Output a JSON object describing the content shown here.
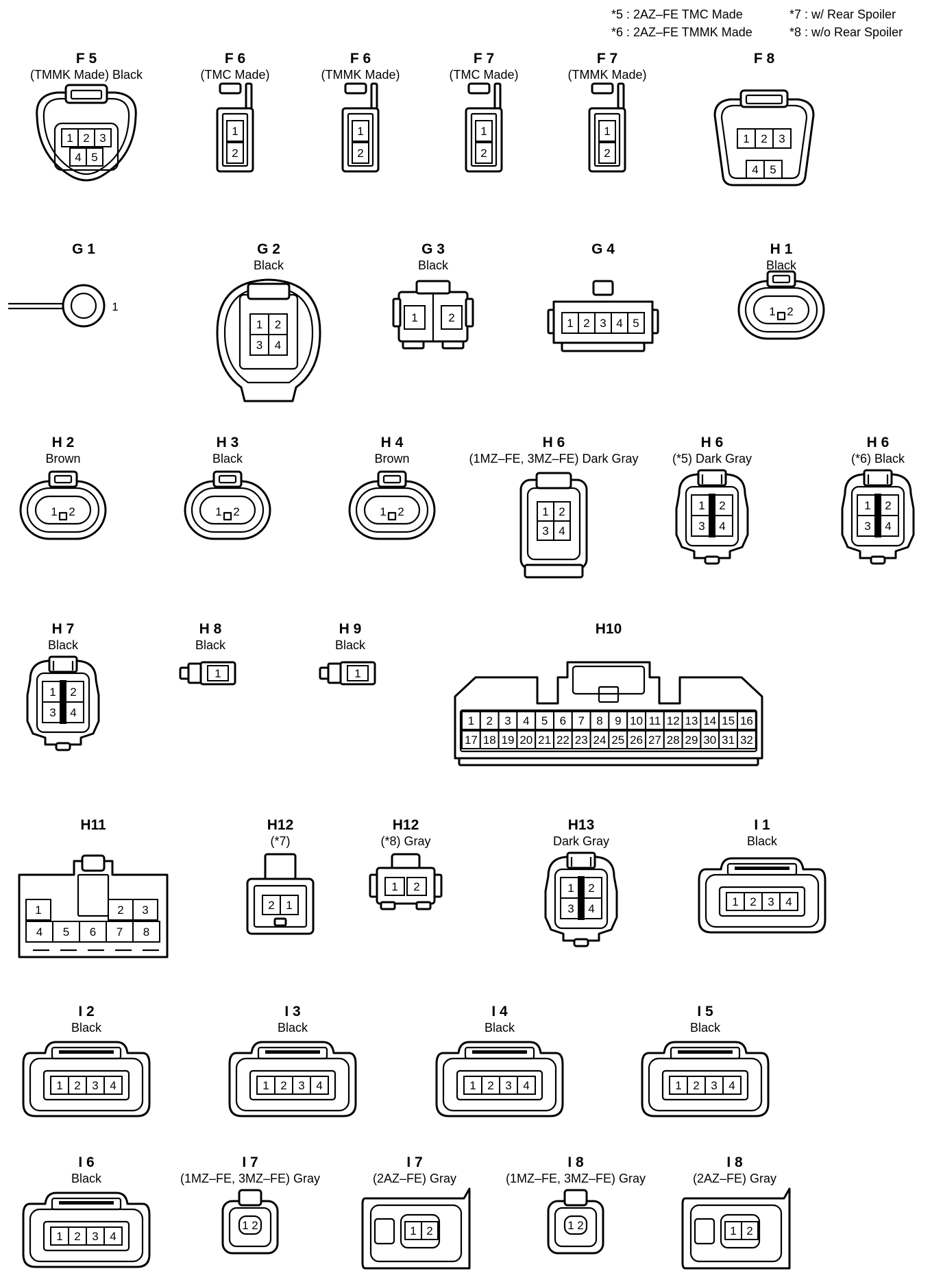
{
  "notes": {
    "n5": "*5 : 2AZ–FE TMC Made",
    "n6": "*6 : 2AZ–FE TMMK Made",
    "n7": "*7 : w/ Rear Spoiler",
    "n8": "*8 : w/o Rear Spoiler"
  },
  "connectors": [
    {
      "key": "F5",
      "id": "F 5",
      "label": "(TMMK Made)  Black",
      "pins": [
        "1",
        "2",
        "3",
        "4",
        "5"
      ]
    },
    {
      "key": "F6a",
      "id": "F 6",
      "label": "(TMC Made)",
      "pins": [
        "1",
        "2"
      ]
    },
    {
      "key": "F6b",
      "id": "F 6",
      "label": "(TMMK Made)",
      "pins": [
        "1",
        "2"
      ]
    },
    {
      "key": "F7a",
      "id": "F 7",
      "label": "(TMC Made)",
      "pins": [
        "1",
        "2"
      ]
    },
    {
      "key": "F7b",
      "id": "F 7",
      "label": "(TMMK Made)",
      "pins": [
        "1",
        "2"
      ]
    },
    {
      "key": "F8",
      "id": "F 8",
      "label": "",
      "pins": [
        "1",
        "2",
        "3",
        "4",
        "5"
      ]
    },
    {
      "key": "G1",
      "id": "G 1",
      "label": "",
      "pins": [
        "1"
      ]
    },
    {
      "key": "G2",
      "id": "G 2",
      "label": "Black",
      "pins": [
        "1",
        "2",
        "3",
        "4"
      ]
    },
    {
      "key": "G3",
      "id": "G 3",
      "label": "Black",
      "pins": [
        "1",
        "2"
      ]
    },
    {
      "key": "G4",
      "id": "G 4",
      "label": "",
      "pins": [
        "1",
        "2",
        "3",
        "4",
        "5"
      ]
    },
    {
      "key": "H1",
      "id": "H 1",
      "label": "Black",
      "pins": [
        "1",
        "2"
      ]
    },
    {
      "key": "H2",
      "id": "H 2",
      "label": "Brown",
      "pins": [
        "1",
        "2"
      ]
    },
    {
      "key": "H3",
      "id": "H 3",
      "label": "Black",
      "pins": [
        "1",
        "2"
      ]
    },
    {
      "key": "H4",
      "id": "H 4",
      "label": "Brown",
      "pins": [
        "1",
        "2"
      ]
    },
    {
      "key": "H6a",
      "id": "H 6",
      "label": "(1MZ–FE, 3MZ–FE)  Dark Gray",
      "pins": [
        "1",
        "2",
        "3",
        "4"
      ]
    },
    {
      "key": "H6b",
      "id": "H 6",
      "label": "(*5)  Dark Gray",
      "pins": [
        "1",
        "2",
        "3",
        "4"
      ]
    },
    {
      "key": "H6c",
      "id": "H 6",
      "label": "(*6)  Black",
      "pins": [
        "1",
        "2",
        "3",
        "4"
      ]
    },
    {
      "key": "H7",
      "id": "H 7",
      "label": "Black",
      "pins": [
        "1",
        "2",
        "3",
        "4"
      ]
    },
    {
      "key": "H8",
      "id": "H 8",
      "label": "Black",
      "pins": [
        "1"
      ]
    },
    {
      "key": "H9",
      "id": "H 9",
      "label": "Black",
      "pins": [
        "1"
      ]
    },
    {
      "key": "H10",
      "id": "H10",
      "label": "",
      "pins": [
        "1",
        "2",
        "3",
        "4",
        "5",
        "6",
        "7",
        "8",
        "9",
        "10",
        "11",
        "12",
        "13",
        "14",
        "15",
        "16",
        "17",
        "18",
        "19",
        "20",
        "21",
        "22",
        "23",
        "24",
        "25",
        "26",
        "27",
        "28",
        "29",
        "30",
        "31",
        "32"
      ]
    },
    {
      "key": "H11",
      "id": "H11",
      "label": "",
      "pins": [
        "1",
        "2",
        "3",
        "4",
        "5",
        "6",
        "7",
        "8"
      ]
    },
    {
      "key": "H12a",
      "id": "H12",
      "label": "(*7)",
      "pins": [
        "2",
        "1"
      ]
    },
    {
      "key": "H12b",
      "id": "H12",
      "label": "(*8)  Gray",
      "pins": [
        "1",
        "2"
      ]
    },
    {
      "key": "H13",
      "id": "H13",
      "label": "Dark Gray",
      "pins": [
        "1",
        "2",
        "3",
        "4"
      ]
    },
    {
      "key": "I1",
      "id": "I 1",
      "label": "Black",
      "pins": [
        "1",
        "2",
        "3",
        "4"
      ]
    },
    {
      "key": "I2",
      "id": "I 2",
      "label": "Black",
      "pins": [
        "1",
        "2",
        "3",
        "4"
      ]
    },
    {
      "key": "I3",
      "id": "I 3",
      "label": "Black",
      "pins": [
        "1",
        "2",
        "3",
        "4"
      ]
    },
    {
      "key": "I4",
      "id": "I 4",
      "label": "Black",
      "pins": [
        "1",
        "2",
        "3",
        "4"
      ]
    },
    {
      "key": "I5",
      "id": "I 5",
      "label": "Black",
      "pins": [
        "1",
        "2",
        "3",
        "4"
      ]
    },
    {
      "key": "I6",
      "id": "I 6",
      "label": "Black",
      "pins": [
        "1",
        "2",
        "3",
        "4"
      ]
    },
    {
      "key": "I7a",
      "id": "I 7",
      "label": "(1MZ–FE, 3MZ–FE)  Gray",
      "pins": [
        "1",
        "2"
      ]
    },
    {
      "key": "I7b",
      "id": "I 7",
      "label": "(2AZ–FE)  Gray",
      "pins": [
        "1",
        "2"
      ]
    },
    {
      "key": "I8a",
      "id": "I 8",
      "label": "(1MZ–FE, 3MZ–FE) Gray",
      "pins": [
        "1",
        "2"
      ]
    },
    {
      "key": "I8b",
      "id": "I 8",
      "label": "(2AZ–FE)  Gray",
      "pins": [
        "1",
        "2"
      ]
    }
  ]
}
